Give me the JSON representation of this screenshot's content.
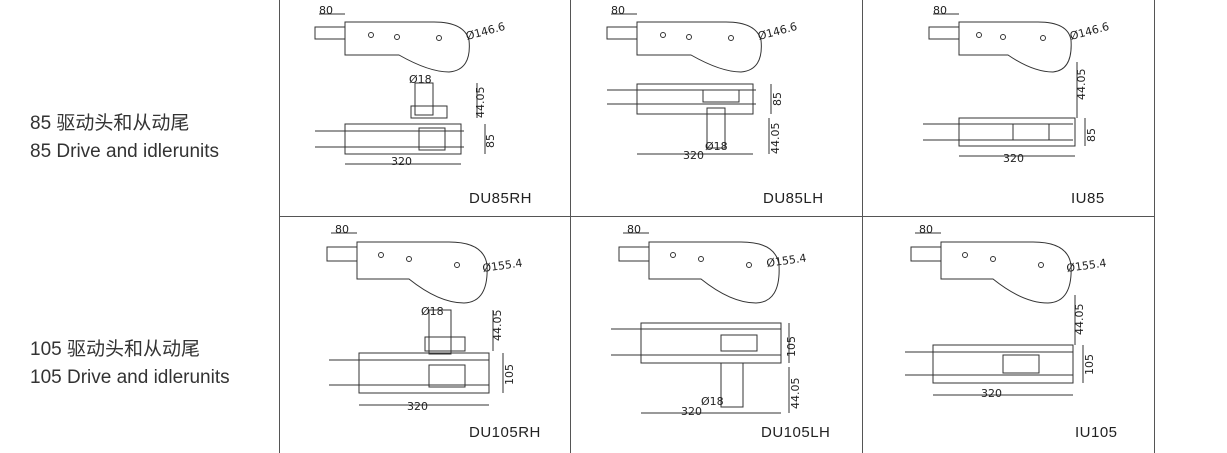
{
  "rows": [
    {
      "label_cn": "85 驱动头和从动尾",
      "label_en": "85 Drive and idlerunits",
      "cells": [
        {
          "code": "DU85RH",
          "width_dim": "80",
          "diameter": "Ø146.6",
          "shaft": "Ø18",
          "height": "44.05",
          "frame_h": "85",
          "length": "320"
        },
        {
          "code": "DU85LH",
          "width_dim": "80",
          "diameter": "Ø146.6",
          "shaft": "Ø18",
          "height": "44.05",
          "frame_h": "85",
          "length": "320"
        },
        {
          "code": "IU85",
          "width_dim": "80",
          "diameter": "Ø146.6",
          "height": "44.05",
          "frame_h": "85",
          "length": "320"
        }
      ]
    },
    {
      "label_cn": "105 驱动头和从动尾",
      "label_en": "105 Drive and idlerunits",
      "cells": [
        {
          "code": "DU105RH",
          "width_dim": "80",
          "diameter": "Ø155.4",
          "shaft": "Ø18",
          "height": "44.05",
          "frame_h": "105",
          "length": "320"
        },
        {
          "code": "DU105LH",
          "width_dim": "80",
          "diameter": "Ø155.4",
          "shaft": "Ø18",
          "height": "44.05",
          "frame_h": "105",
          "length": "320"
        },
        {
          "code": "IU105",
          "width_dim": "80",
          "diameter": "Ø155.4",
          "height": "44.05",
          "frame_h": "105",
          "length": "320"
        }
      ]
    }
  ]
}
